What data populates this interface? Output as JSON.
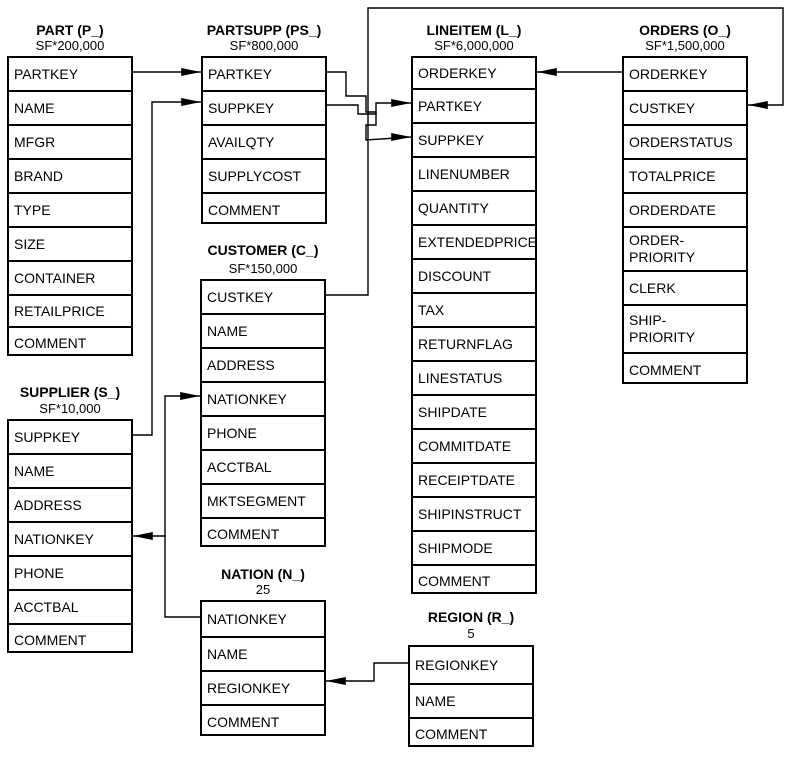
{
  "tables": [
    {
      "id": "part",
      "name": "PART (P_)",
      "scale": "SF*200,000",
      "fields": [
        "PARTKEY",
        "NAME",
        "MFGR",
        "BRAND",
        "TYPE",
        "SIZE",
        "CONTAINER",
        "RETAILPRICE",
        "COMMENT"
      ]
    },
    {
      "id": "partsupp",
      "name": "PARTSUPP (PS_)",
      "scale": "SF*800,000",
      "fields": [
        "PARTKEY",
        "SUPPKEY",
        "AVAILQTY",
        "SUPPLYCOST",
        "COMMENT"
      ]
    },
    {
      "id": "lineitem",
      "name": "LINEITEM (L_)",
      "scale": "SF*6,000,000",
      "fields": [
        "ORDERKEY",
        "PARTKEY",
        "SUPPKEY",
        "LINENUMBER",
        "QUANTITY",
        "EXTENDEDPRICE",
        "DISCOUNT",
        "TAX",
        "RETURNFLAG",
        "LINESTATUS",
        "SHIPDATE",
        "COMMITDATE",
        "RECEIPTDATE",
        "SHIPINSTRUCT",
        "SHIPMODE",
        "COMMENT"
      ]
    },
    {
      "id": "orders",
      "name": "ORDERS (O_)",
      "scale": "SF*1,500,000",
      "fields": [
        "ORDERKEY",
        "CUSTKEY",
        "ORDERSTATUS",
        "TOTALPRICE",
        "ORDERDATE",
        "ORDER-\nPRIORITY",
        "CLERK",
        "SHIP-\nPRIORITY",
        "COMMENT"
      ]
    },
    {
      "id": "customer",
      "name": "CUSTOMER (C_)",
      "scale": "SF*150,000",
      "fields": [
        "CUSTKEY",
        "NAME",
        "ADDRESS",
        "NATIONKEY",
        "PHONE",
        "ACCTBAL",
        "MKTSEGMENT",
        "COMMENT"
      ]
    },
    {
      "id": "supplier",
      "name": "SUPPLIER (S_)",
      "scale": "SF*10,000",
      "fields": [
        "SUPPKEY",
        "NAME",
        "ADDRESS",
        "NATIONKEY",
        "PHONE",
        "ACCTBAL",
        "COMMENT"
      ]
    },
    {
      "id": "nation",
      "name": "NATION (N_)",
      "scale": "25",
      "fields": [
        "NATIONKEY",
        "NAME",
        "REGIONKEY",
        "COMMENT"
      ]
    },
    {
      "id": "region",
      "name": "REGION (R_)",
      "scale": "5",
      "fields": [
        "REGIONKEY",
        "NAME",
        "COMMENT"
      ]
    }
  ],
  "relationships": [
    {
      "from": "part.PARTKEY",
      "to": "partsupp.PARTKEY"
    },
    {
      "from": "supplier.SUPPKEY",
      "to": "partsupp.SUPPKEY"
    },
    {
      "from": "partsupp.PARTKEY",
      "to": "lineitem.PARTKEY"
    },
    {
      "from": "partsupp.SUPPKEY",
      "to": "lineitem.SUPPKEY"
    },
    {
      "from": "orders.ORDERKEY",
      "to": "lineitem.ORDERKEY"
    },
    {
      "from": "customer.CUSTKEY",
      "to": "orders.CUSTKEY"
    },
    {
      "from": "nation.NATIONKEY",
      "to": "customer.NATIONKEY"
    },
    {
      "from": "nation.NATIONKEY",
      "to": "supplier.NATIONKEY"
    },
    {
      "from": "region.REGIONKEY",
      "to": "nation.REGIONKEY"
    }
  ]
}
